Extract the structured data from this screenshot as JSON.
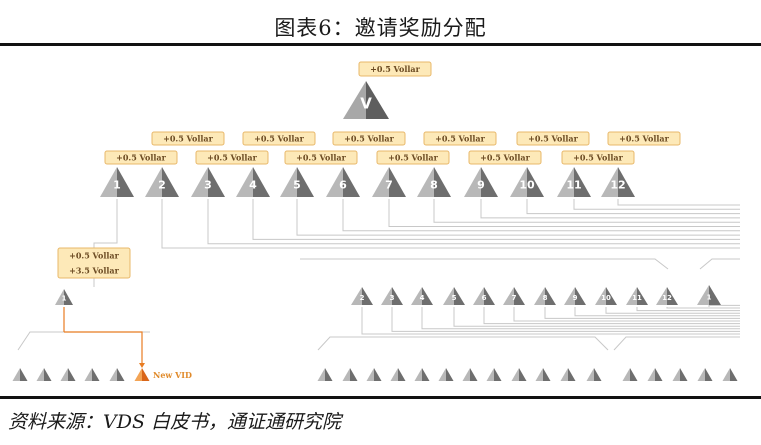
{
  "title": "图表6：邀请奖励分配",
  "source": "资料来源：VDS 白皮书，通证通研究院",
  "top_node": {
    "label": "+0.5 Vollar",
    "symbol": "V"
  },
  "reward_label": "+0.5 Vollar",
  "level1": [
    {
      "num": "1"
    },
    {
      "num": "2"
    },
    {
      "num": "3"
    },
    {
      "num": "4"
    },
    {
      "num": "5"
    },
    {
      "num": "6"
    },
    {
      "num": "7"
    },
    {
      "num": "8"
    },
    {
      "num": "9"
    },
    {
      "num": "10"
    },
    {
      "num": "11"
    },
    {
      "num": "12"
    }
  ],
  "child_node": {
    "label_line1": "+0.5 Vollar",
    "label_line2": "+3.5 Vollar",
    "num": "1"
  },
  "level2": [
    {
      "num": "2"
    },
    {
      "num": "3"
    },
    {
      "num": "4"
    },
    {
      "num": "5"
    },
    {
      "num": "6"
    },
    {
      "num": "7"
    },
    {
      "num": "8"
    },
    {
      "num": "9"
    },
    {
      "num": "10"
    },
    {
      "num": "11"
    },
    {
      "num": "12"
    },
    {
      "num": "1"
    }
  ],
  "new_vid_label": "New VID",
  "colors": {
    "label_fill": "#fde9b8",
    "label_border": "#e8b86a",
    "pyramid_dark": "#6e6e6e",
    "pyramid_light": "#b8b8b8",
    "new_vid": "#e87c22",
    "line": "#c8c8c8"
  }
}
